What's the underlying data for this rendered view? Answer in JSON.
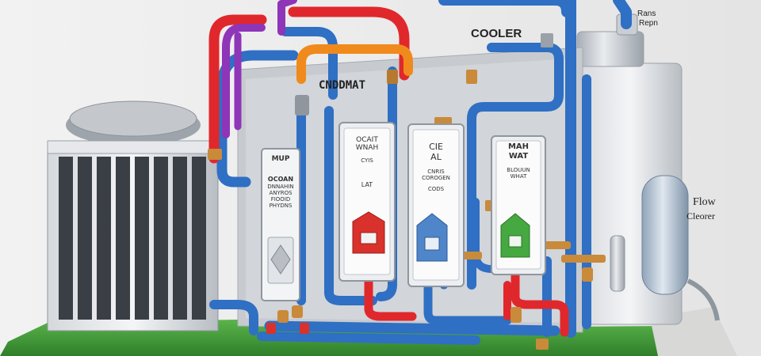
{
  "labels": {
    "cooler": "COOLER",
    "top_right_line1": "Rans",
    "top_right_line2": "Repn",
    "condensate": "CNDDMAT",
    "flow_line1": "Flow",
    "flow_line2": "Cleorer"
  },
  "panels": [
    {
      "line1": "MUP",
      "line2": "",
      "body": [
        "OCOAN",
        "DNNAHIN",
        "ANYROS",
        "FIOOID",
        "PHYDNS"
      ]
    },
    {
      "line1": "OCAIT",
      "line2": "WNAH",
      "body": [
        "CYIS",
        "LAT"
      ]
    },
    {
      "line1": "CIE",
      "line2": "AL",
      "body": [
        "CNRIS",
        "COROGEN",
        "CODS"
      ]
    },
    {
      "line1": "MAH",
      "line2": "WAT",
      "body": [
        "BLOUUN",
        "WHAT"
      ]
    }
  ],
  "colors": {
    "pipe_blue": "#2f6fc4",
    "pipe_red": "#e0282c",
    "pipe_orange": "#f08a1c",
    "pipe_purple": "#8e35b8",
    "grass": "#3f9a36",
    "indicator_red": "#d9312c",
    "indicator_blue": "#4f86c9",
    "indicator_green": "#45a840"
  }
}
